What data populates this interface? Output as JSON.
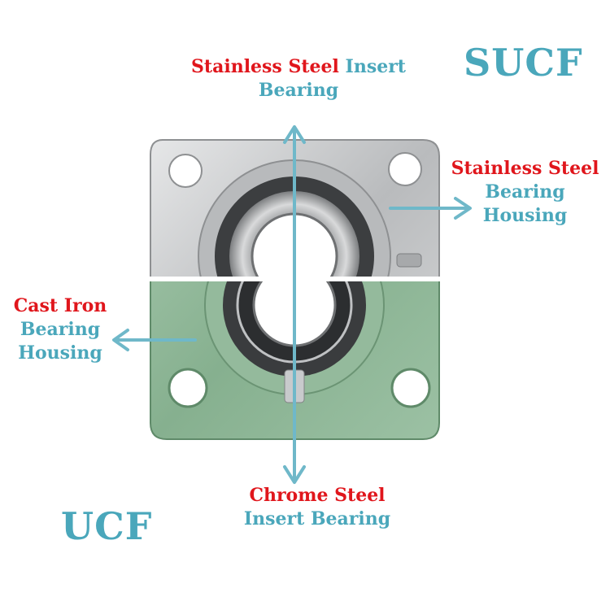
{
  "titles": {
    "top_right": "SUCF",
    "bottom_left": "UCF"
  },
  "labels": {
    "top_insert": {
      "red": "Stainless Steel",
      "teal_line1": "Insert",
      "teal_line2": "Bearing"
    },
    "right_housing": {
      "red": "Stainless Steel",
      "teal_line1": "Bearing",
      "teal_line2": "Housing"
    },
    "left_housing": {
      "red": "Cast Iron",
      "teal_line1": "Bearing",
      "teal_line2": "Housing"
    },
    "bottom_insert": {
      "red": "Chrome Steel",
      "teal_line1": "Insert Bearing"
    }
  },
  "colors": {
    "red_text": "#e0161c",
    "teal_text": "#4aa7bb",
    "arrow": "#6fb8c9",
    "stainless_housing": "#c4c6c8",
    "cast_iron_housing": "#8eb69a"
  },
  "icons": [
    "arrow-up-icon",
    "arrow-right-icon",
    "arrow-left-icon",
    "arrow-down-icon"
  ]
}
